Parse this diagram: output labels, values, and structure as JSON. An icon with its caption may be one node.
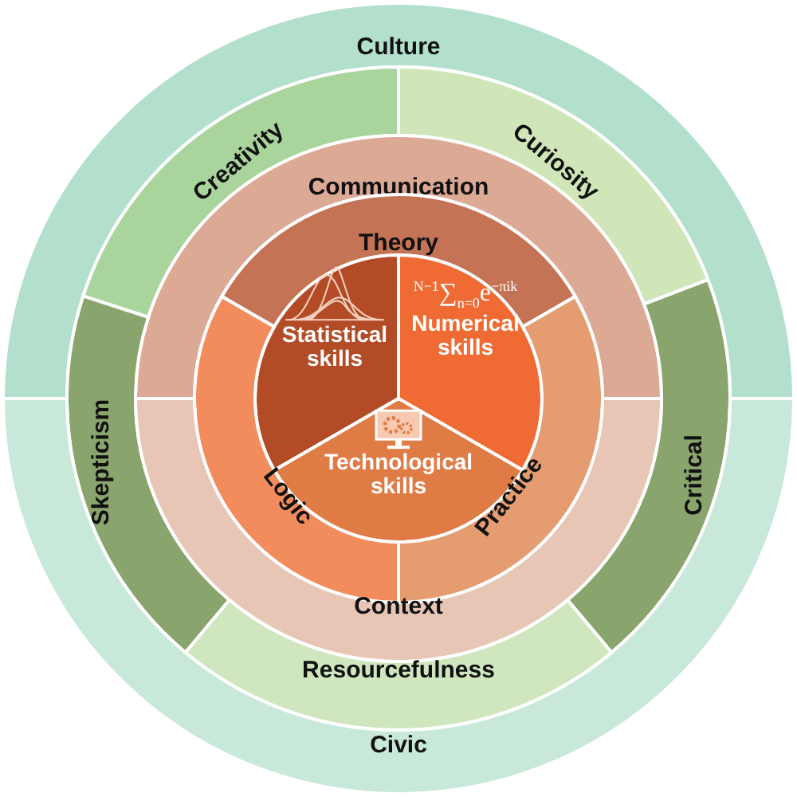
{
  "diagram": {
    "nodes": [
      {
        "text": [
          "Culture"
        ]
      },
      {
        "text": [
          "Creativity"
        ]
      },
      {
        "text": [
          "Curiosity"
        ]
      },
      {
        "text": [
          "Communication"
        ]
      },
      {
        "text": [
          "Theory"
        ]
      },
      {
        "text": [
          "Statistical skills"
        ]
      },
      {
        "text": [
          "$^{N−1}$∑$_{n=0}$e$^{−πik}$",
          "Numerical skills"
        ]
      },
      {
        "text": [
          "Skepticism"
        ]
      },
      {
        "text": [
          "Technological skills"
        ]
      },
      {
        "text": [
          "Logic"
        ]
      },
      {
        "text": [
          "Practice"
        ]
      },
      {
        "text": [
          "Critical"
        ]
      },
      {
        "text": [
          "Context"
        ]
      },
      {
        "text": [
          "Resourcefulness"
        ]
      },
      {
        "text": [
          "Civic"
        ]
      }
    ]
  }
}
